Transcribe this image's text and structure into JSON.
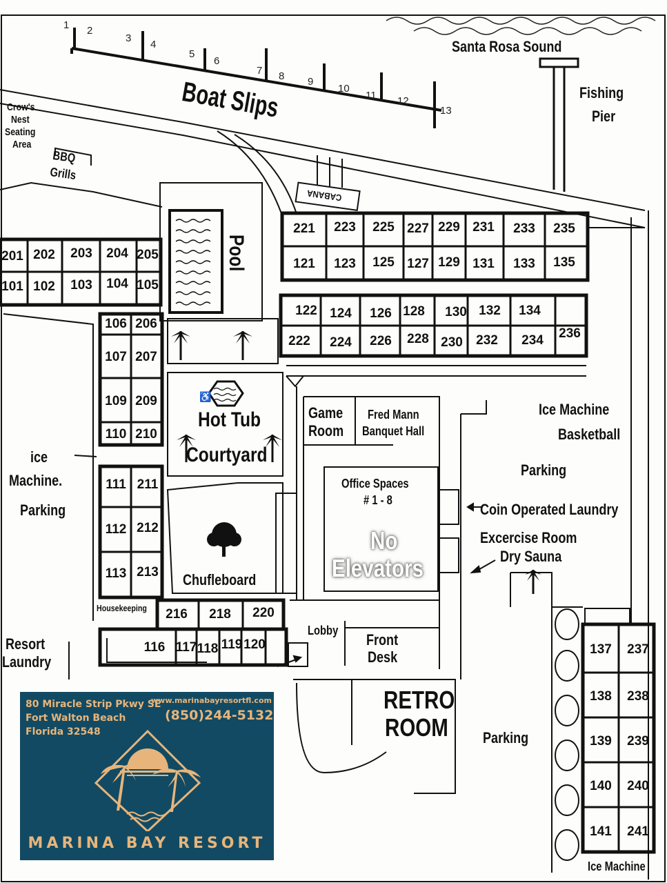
{
  "water": {
    "sound": "Santa Rosa Sound"
  },
  "pier": {
    "label_1": "Fishing",
    "label_2": "Pier"
  },
  "boat_slips": {
    "title": "Boat Slips",
    "numbers": [
      "1",
      "2",
      "3",
      "4",
      "5",
      "6",
      "7",
      "8",
      "9",
      "10",
      "11",
      "12",
      "13"
    ]
  },
  "crows_nest": {
    "line1": "Crow's",
    "line2": "Nest",
    "line3": "Seating",
    "line4": "Area"
  },
  "bbq": {
    "line1": "BBQ",
    "line2": "Grills"
  },
  "cabana": "CABANA",
  "pool": "Pool",
  "hot_tub": {
    "line1": "Hot Tub",
    "line2": "Courtyard"
  },
  "shuffleboard": "Chufleboard",
  "game_room": {
    "line1": "Game",
    "line2": "Room"
  },
  "banquet": {
    "line1": "Fred Mann",
    "line2": "Banquet Hall"
  },
  "office": {
    "line1": "Office Spaces",
    "line2": "# 1 - 8"
  },
  "no_elevators": {
    "line1": "No",
    "line2": "Elevators"
  },
  "lobby": "Lobby",
  "front_desk": {
    "line1": "Front",
    "line2": "Desk"
  },
  "retro": {
    "line1": "RETRO",
    "line2": "ROOM"
  },
  "housekeeping": "Housekeeping",
  "resort_laundry": {
    "line1": "Resort",
    "line2": "Laundry"
  },
  "left_side": {
    "ice1": "ice",
    "ice2": "Machine.",
    "parking": "Parking"
  },
  "right_side": {
    "ice_machine": "Ice Machine",
    "basketball": "Basketball",
    "parking_top": "Parking",
    "coin_laundry": "Coin Operated Laundry",
    "exercise": "Excercise Room",
    "sauna": "Dry Sauna",
    "parking_bottom": "Parking",
    "ice_machine_bottom": "Ice Machine"
  },
  "rooms": {
    "top_row_2": [
      "221",
      "223",
      "225",
      "227",
      "229",
      "231",
      "233",
      "235"
    ],
    "top_row_1": [
      "121",
      "123",
      "125",
      "127",
      "129",
      "131",
      "133",
      "135"
    ],
    "mid_row_1": [
      "122",
      "124",
      "126",
      "128",
      "130",
      "132",
      "134"
    ],
    "mid_row_2": [
      "222",
      "224",
      "226",
      "228",
      "230",
      "232",
      "234",
      "236"
    ],
    "west_2": [
      "201",
      "202",
      "203",
      "204",
      "205"
    ],
    "west_1": [
      "101",
      "102",
      "103",
      "104",
      "105"
    ],
    "col_a": [
      "106",
      "107",
      "109",
      "110"
    ],
    "col_b": [
      "206",
      "207",
      "209",
      "210"
    ],
    "col_c": [
      "111",
      "112",
      "113"
    ],
    "col_d": [
      "211",
      "212",
      "213"
    ],
    "south_2": [
      "216",
      "218",
      "220"
    ],
    "south_1": [
      "116",
      "117",
      "118",
      "119",
      "120"
    ],
    "east_1": [
      "137",
      "138",
      "139",
      "140",
      "141"
    ],
    "east_2": [
      "237",
      "238",
      "239",
      "240",
      "241"
    ]
  },
  "info": {
    "address_1": "80 Miracle Strip Pkwy SE",
    "address_2": "Fort Walton Beach",
    "address_3": "Florida   32548",
    "website": "www.marinabayresortfl.com",
    "phone": "(850)244-5132",
    "brand": "MARINA BAY RESORT"
  },
  "colors": {
    "ink": "#111111",
    "panel": "#124a63",
    "gold": "#e7b57b"
  }
}
